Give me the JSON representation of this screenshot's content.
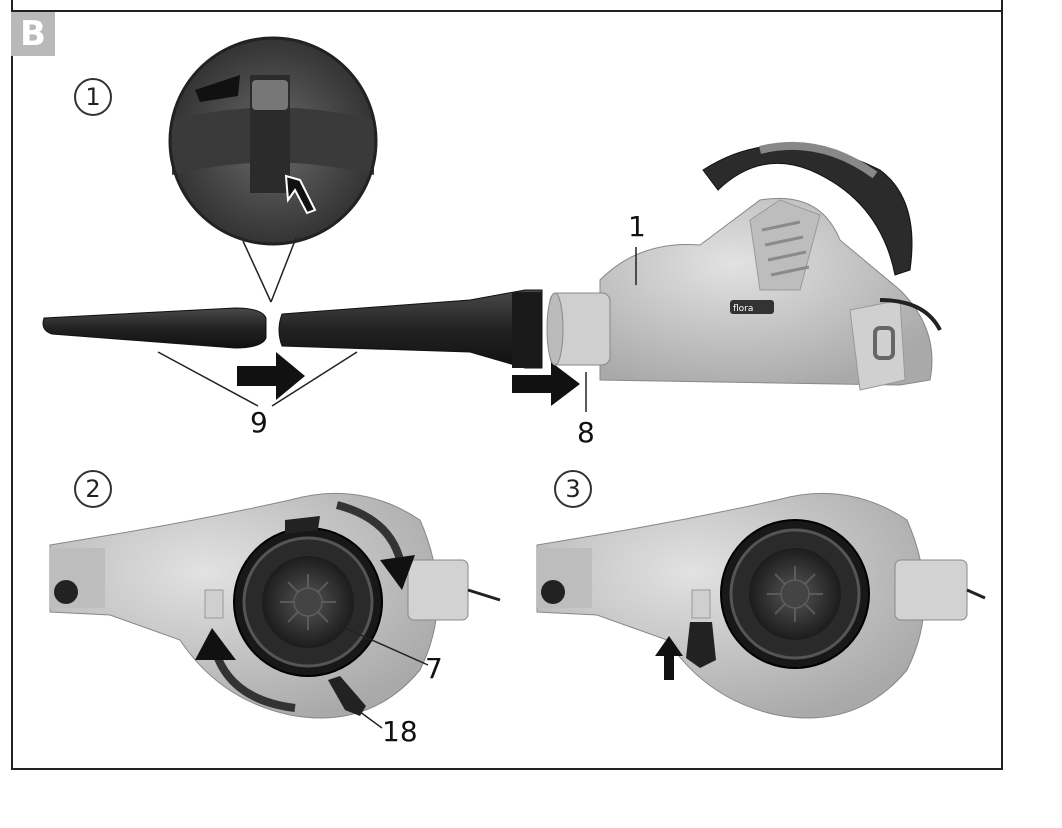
{
  "figure": {
    "badge": "B",
    "steps": [
      "1",
      "2",
      "3"
    ],
    "labels": {
      "housing": "1",
      "blow_outlet": "8",
      "tube": "9",
      "impeller_cover": "7",
      "lock_knob": "18"
    },
    "brand_logo": "flora"
  }
}
